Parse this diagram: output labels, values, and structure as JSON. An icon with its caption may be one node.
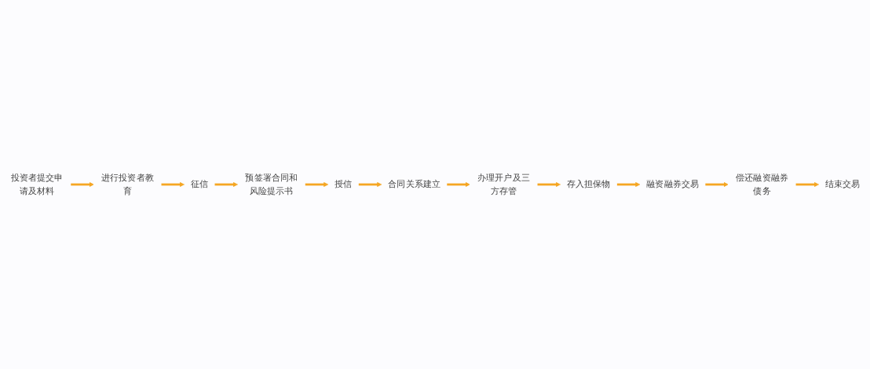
{
  "diagram": {
    "nodes": [
      {
        "text": [
          "投资者提交申请及材料"
        ]
      },
      {
        "text": [
          "进行投资者教育"
        ]
      },
      {
        "text": [
          "征信"
        ]
      },
      {
        "text": [
          "预签署合同和风险提示书"
        ]
      },
      {
        "text": [
          "授信"
        ]
      },
      {
        "text": [
          "合同关系建立"
        ]
      },
      {
        "text": [
          "办理开户及三方存管"
        ]
      },
      {
        "text": [
          "存入担保物"
        ]
      },
      {
        "text": [
          "融资融券交易"
        ]
      },
      {
        "text": [
          "偿还融资融券债务"
        ]
      },
      {
        "text": [
          "结束交易"
        ]
      }
    ],
    "edges": [
      {
        "from": 0,
        "to": 1,
        "arrow": "to"
      },
      {
        "from": 1,
        "to": 2,
        "arrow": "to"
      },
      {
        "from": 2,
        "to": 3,
        "arrow": "to"
      },
      {
        "from": 3,
        "to": 4,
        "arrow": "to"
      },
      {
        "from": 4,
        "to": 5,
        "arrow": "to"
      },
      {
        "from": 5,
        "to": 6,
        "arrow": "to"
      },
      {
        "from": 6,
        "to": 7,
        "arrow": "to"
      },
      {
        "from": 7,
        "to": 8,
        "arrow": "to"
      },
      {
        "from": 8,
        "to": 9,
        "arrow": "to"
      },
      {
        "from": 9,
        "to": 10,
        "arrow": "to"
      }
    ]
  }
}
